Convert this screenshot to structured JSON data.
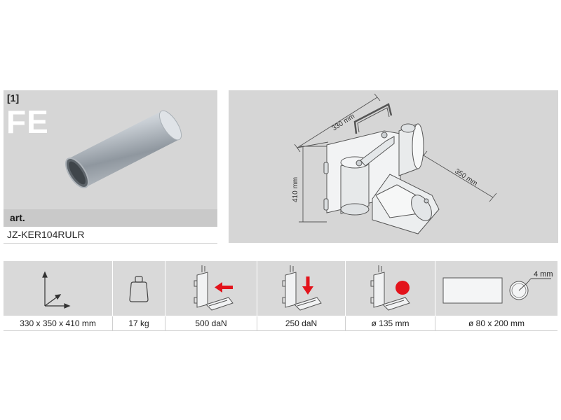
{
  "product": {
    "ref_tag": "[1]",
    "code": "FE",
    "art_label": "art.",
    "art_value": "JZ-KER104RULR"
  },
  "drawing": {
    "dim_width": "330 mm",
    "dim_depth": "350 mm",
    "dim_height": "410 mm"
  },
  "specs": [
    {
      "icon": "dimensions-axes-icon",
      "value": "330 x 350 x 410 mm"
    },
    {
      "icon": "weight-icon",
      "value": "17 kg"
    },
    {
      "icon": "horizontal-load-icon",
      "value": "500 daN"
    },
    {
      "icon": "vertical-load-icon",
      "value": "250 daN"
    },
    {
      "icon": "roller-diameter-icon",
      "value": "ø 135 mm"
    },
    {
      "icon": "tube-size-icon",
      "value": "ø 80 x 200 mm",
      "thickness_label": "4 mm"
    }
  ],
  "colors": {
    "panel_gray": "#d6d6d6",
    "arrow_red": "#e3131b"
  }
}
